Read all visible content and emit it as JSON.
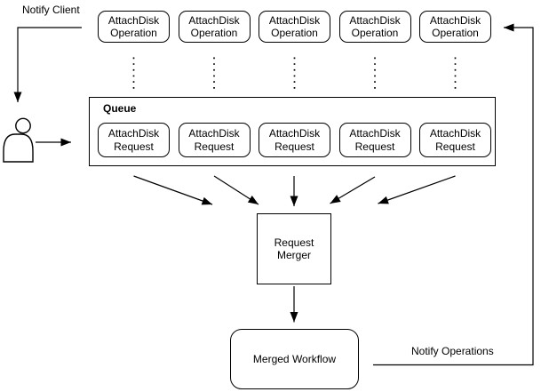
{
  "diagram": {
    "background": "#ffffff",
    "stroke_color": "#000000",
    "annotations": {
      "notify_client": "Notify Client",
      "notify_operations": "Notify Operations"
    },
    "operations_row": {
      "boxes": [
        {
          "label": "AttachDisk Operation"
        },
        {
          "label": "AttachDisk Operation"
        },
        {
          "label": "AttachDisk Operation"
        },
        {
          "label": "AttachDisk Operation"
        },
        {
          "label": "AttachDisk Operation"
        }
      ]
    },
    "queue": {
      "title": "Queue",
      "boxes": [
        {
          "label": "AttachDisk Request"
        },
        {
          "label": "AttachDisk Request"
        },
        {
          "label": "AttachDisk Request"
        },
        {
          "label": "AttachDisk Request"
        },
        {
          "label": "AttachDisk Request"
        }
      ]
    },
    "merger": {
      "label": "Request Merger"
    },
    "workflow": {
      "label": "Merged Workflow"
    },
    "actor": {
      "icon": "person-icon"
    }
  }
}
